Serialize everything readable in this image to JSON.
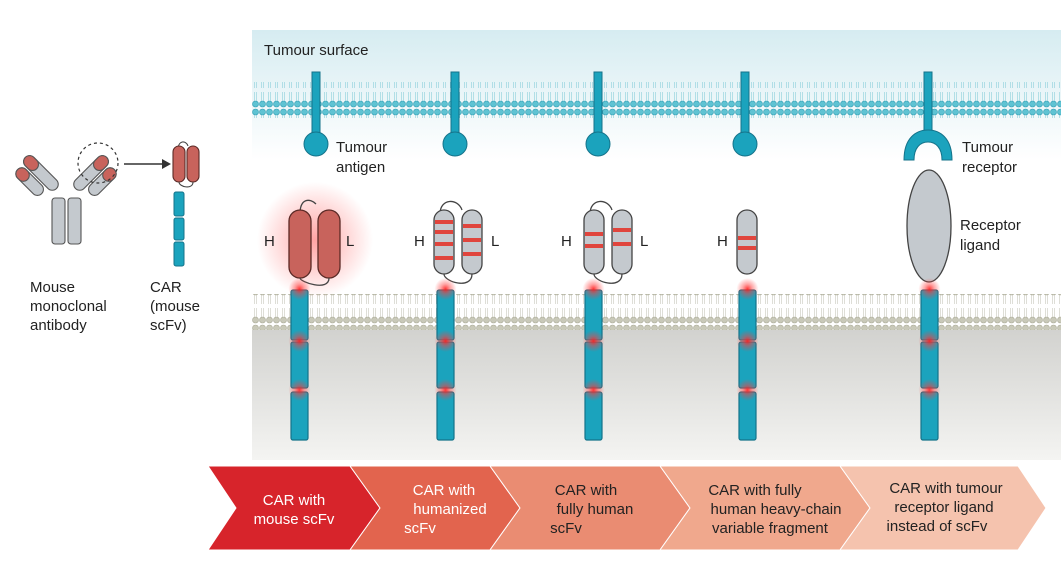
{
  "labels": {
    "tumour_surface": "Tumour surface",
    "tumour_antigen": [
      "Tumour",
      "antigen"
    ],
    "tumour_receptor": [
      "Tumour",
      "receptor"
    ],
    "receptor_ligand": [
      "Receptor",
      "ligand"
    ],
    "mouse_antibody": [
      "Mouse",
      "monoclonal",
      "antibody"
    ],
    "car_mouse": [
      "CAR",
      "(mouse",
      "scFv)"
    ],
    "heavy": "H",
    "light": "L"
  },
  "arrows": [
    {
      "lines": [
        "CAR with",
        "mouse scFv"
      ],
      "color": "#d7242b"
    },
    {
      "lines": [
        "CAR with",
        "humanized",
        "scFv"
      ],
      "color": "#e2644e"
    },
    {
      "lines": [
        "CAR with",
        "fully human",
        "scFv"
      ],
      "color": "#ea8c72"
    },
    {
      "lines": [
        "CAR with fully",
        "human heavy-chain",
        "variable fragment"
      ],
      "color": "#f0a88d"
    },
    {
      "lines": [
        "CAR with tumour",
        "receptor ligand",
        "instead of scFv"
      ],
      "color": "#f5c3ae"
    }
  ],
  "colors": {
    "teal": "#1ba3bd",
    "mouse_red": "#c8635c",
    "human_grey": "#c4c9ce",
    "stripe": "#e0453d",
    "glow": "#ff2a2a",
    "tumour_bg": "#d6ecf1",
    "tcell_bg": "#d9d9d7"
  }
}
